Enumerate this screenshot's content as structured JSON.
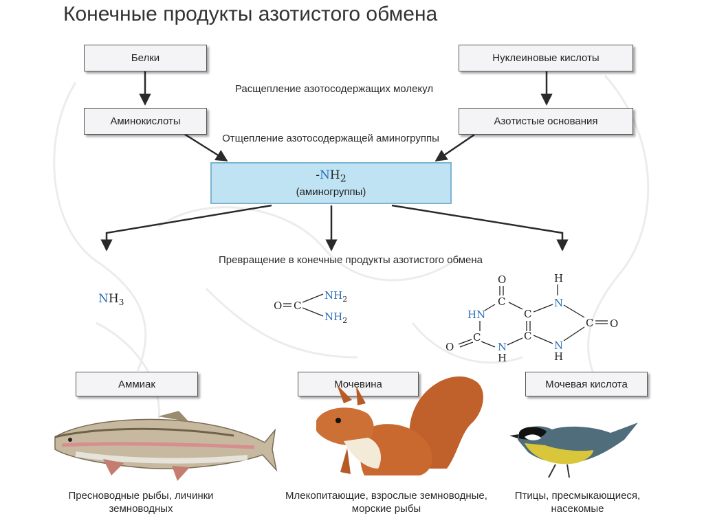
{
  "title": "Конечные продукты азотистого обмена",
  "sources": {
    "proteins": "Белки",
    "nucleic_acids": "Нуклеиновые кислоты",
    "amino_acids": "Аминокислоты",
    "nitrogen_bases": "Азотистые основания"
  },
  "process_labels": {
    "breakdown": "Расщепление азотосодержащих молекул",
    "cleavage": "Отщепление азотосодержащей аминогруппы",
    "conversion": "Превращение в конечные продукты азотистого обмена"
  },
  "amino_group": {
    "formula_prefix": "-",
    "formula_n": "N",
    "formula_h": "H",
    "formula_sub": "2",
    "label": "(аминогруппы)"
  },
  "formulas": {
    "ammonia_n": "N",
    "ammonia_h": "H",
    "ammonia_sub": "3",
    "urea_o": "O",
    "urea_c": "C",
    "urea_nh": "NH",
    "urea_sub": "2",
    "uric_atoms": {
      "O": "O",
      "C": "C",
      "N": "N",
      "H": "H",
      "HN": "HN"
    }
  },
  "products": {
    "ammonia": "Аммиак",
    "urea": "Мочевина",
    "uric_acid": "Мочевая кислота"
  },
  "organisms": {
    "ammonia": "Пресноводные рыбы, личинки земноводных",
    "urea": "Млекопитающие, взрослые земноводные, морские рыбы",
    "uric_acid": "Птицы, пресмыкающиеся, насекомые"
  },
  "colors": {
    "box_fill": "#f4f4f6",
    "amino_box_fill": "#bfe3f2",
    "amino_box_border": "#7cb4d2",
    "nitrogen": "#2a6fb5"
  }
}
